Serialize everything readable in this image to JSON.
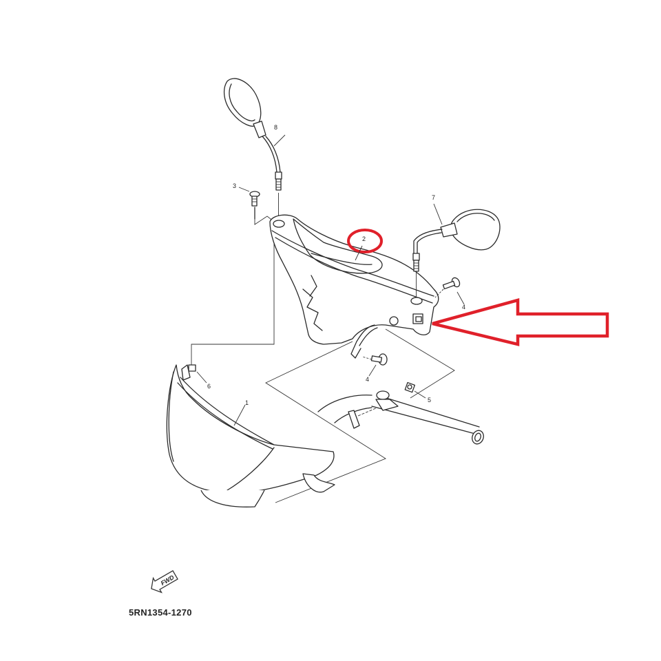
{
  "diagram": {
    "type": "exploded-parts-diagram",
    "subject": "Handlebar cover assembly with mirrors",
    "part_number_code": "5RN1354-1270",
    "direction_indicator": "FWD",
    "callouts": [
      {
        "id": "1",
        "part": "front handlebar cover / headlight cover"
      },
      {
        "id": "2",
        "part": "handlebar upper cover (circled)"
      },
      {
        "id": "3",
        "part": "screw"
      },
      {
        "id": "4",
        "part": "screw"
      },
      {
        "id": "4b",
        "label": "4",
        "part": "screw"
      },
      {
        "id": "5",
        "part": "nut"
      },
      {
        "id": "6",
        "part": "clip nut"
      },
      {
        "id": "7",
        "part": "right mirror"
      },
      {
        "id": "8",
        "part": "left mirror"
      }
    ],
    "annotations": {
      "circle": {
        "target": "2",
        "color": "#e0202a"
      },
      "arrow": {
        "direction": "left",
        "points_to": "cover side connector area",
        "color": "#e0202a"
      }
    }
  }
}
